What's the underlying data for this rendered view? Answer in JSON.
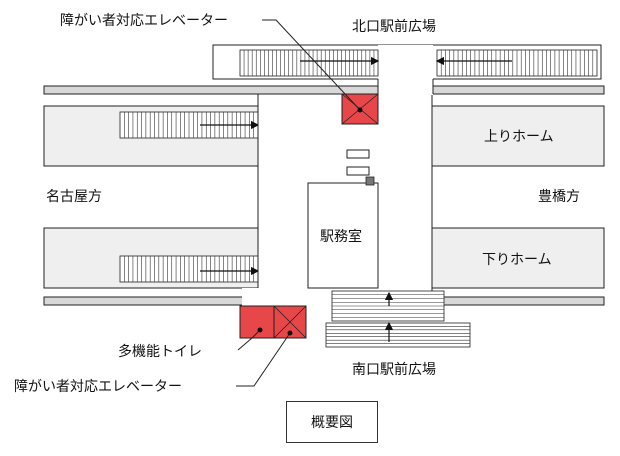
{
  "labels": {
    "north_plaza": "北口駅前広場",
    "south_plaza": "南口駅前広場",
    "up_platform": "上りホーム",
    "down_platform": "下りホーム",
    "west_direction": "名古屋方",
    "east_direction": "豊橋方",
    "station_office": "駅務室",
    "elevator_north": "障がい者対応エレベーター",
    "elevator_south": "障がい者対応エレベーター",
    "toilet": "多機能トイレ",
    "caption": "概要図"
  },
  "colors": {
    "accessible_facility": "#e8474a",
    "platform_fill": "#efefef",
    "track_fill": "#d8d8d8",
    "line": "#222222"
  }
}
